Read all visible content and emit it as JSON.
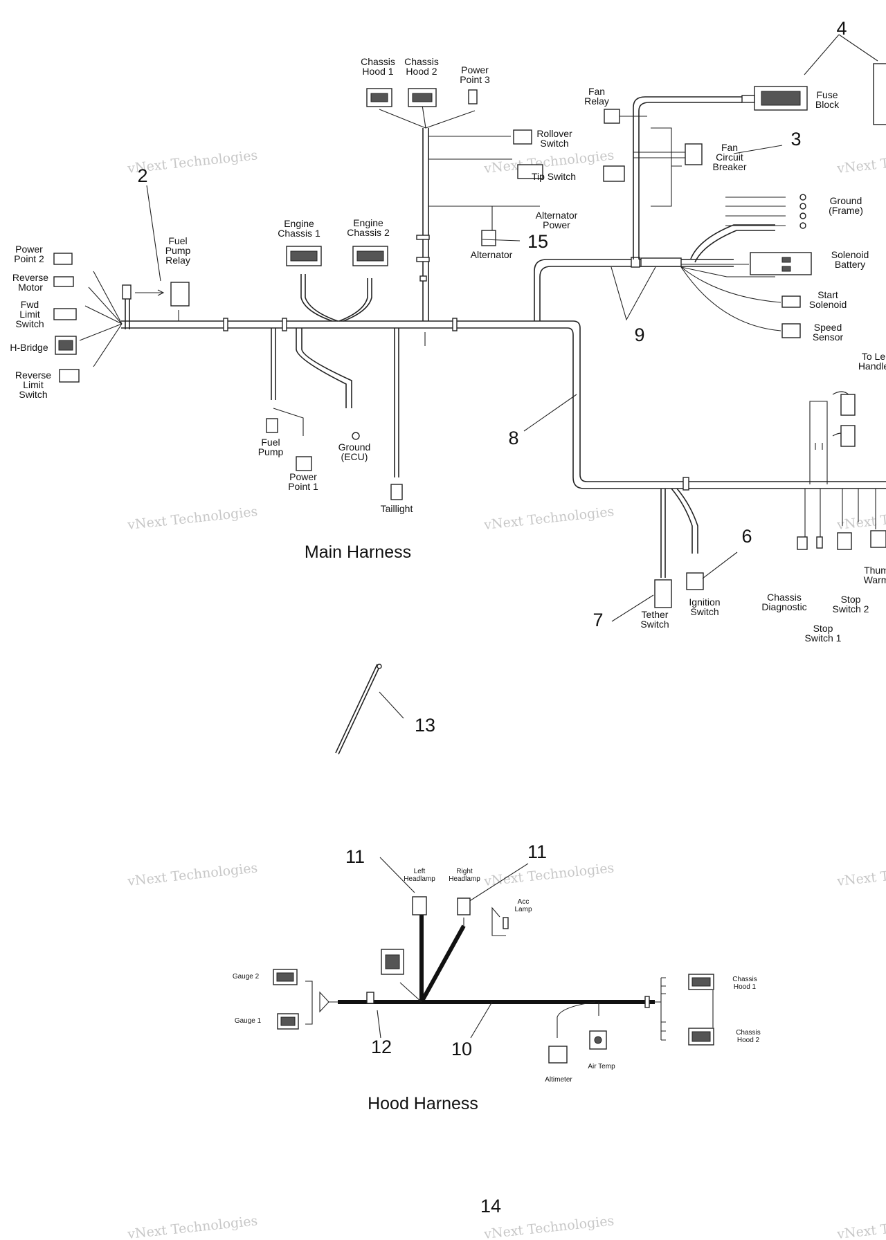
{
  "titles": {
    "main": "Main Harness",
    "hood": "Hood Harness"
  },
  "watermark": {
    "line1": "vNext Technologies",
    "line2": "Technologies"
  },
  "callouts": [
    "2",
    "3",
    "4",
    "6",
    "7",
    "8",
    "9",
    "11",
    "11",
    "12",
    "10",
    "13",
    "14",
    "15"
  ],
  "main_labels": {
    "chassis_hood_1": [
      "Chassis",
      "Hood 1"
    ],
    "chassis_hood_2": [
      "Chassis",
      "Hood 2"
    ],
    "power_point_3": [
      "Power",
      "Point 3"
    ],
    "rollover_switch": [
      "Rollover",
      "Switch"
    ],
    "tip_switch": "Tip Switch",
    "alternator_power": [
      "Alternator",
      "Power"
    ],
    "alternator": "Alternator",
    "fan_relay": [
      "Fan",
      "Relay"
    ],
    "fuse_block": [
      "Fuse",
      "Block"
    ],
    "fan_circuit_breaker": [
      "Fan",
      "Circuit",
      "Breaker"
    ],
    "ground_frame": [
      "Ground",
      "(Frame)"
    ],
    "solenoid_battery": [
      "Solenoid",
      "Battery"
    ],
    "start_solenoid": [
      "Start",
      "Solenoid"
    ],
    "speed_sensor": [
      "Speed",
      "Sensor"
    ],
    "to_handle": [
      "To Le",
      "Handle"
    ],
    "fuel_pump_relay": [
      "Fuel",
      "Pump",
      "Relay"
    ],
    "power_point_2": [
      "Power",
      "Point 2"
    ],
    "reverse_motor": [
      "Reverse",
      "Motor"
    ],
    "fwd_limit_switch": [
      "Fwd",
      "Limit",
      "Switch"
    ],
    "h_bridge": "H-Bridge",
    "reverse_limit_switch": [
      "Reverse",
      "Limit",
      "Switch"
    ],
    "engine_chassis_1": [
      "Engine",
      "Chassis 1"
    ],
    "engine_chassis_2": [
      "Engine",
      "Chassis 2"
    ],
    "fuel_pump": [
      "Fuel",
      "Pump"
    ],
    "power_point_1": [
      "Power",
      "Point 1"
    ],
    "ground_ecu": [
      "Ground",
      "(ECU)"
    ],
    "taillight": "Taillight",
    "tether_switch": [
      "Tether",
      "Switch"
    ],
    "ignition_switch": [
      "Ignition",
      "Switch"
    ],
    "chassis_diagnostic": [
      "Chassis",
      "Diagnostic"
    ],
    "stop_switch_1": [
      "Stop",
      "Switch 1"
    ],
    "stop_switch_2": [
      "Stop",
      "Switch 2"
    ],
    "thumb_warmer": [
      "Thum",
      "Warm"
    ]
  },
  "hood_labels": {
    "left_headlamp": [
      "Left",
      "Headlamp"
    ],
    "right_headlamp": [
      "Right",
      "Headlamp"
    ],
    "acc_lamp": [
      "Acc",
      "Lamp"
    ],
    "gauge_2": "Gauge 2",
    "gauge_1": "Gauge 1",
    "chassis_hood_1": [
      "Chassis",
      "Hood 1"
    ],
    "chassis_hood_2": [
      "Chassis",
      "Hood 2"
    ],
    "altimeter": "Altimeter",
    "air_temp": "Air Temp"
  },
  "colors": {
    "line": "#222222",
    "watermark": "#9a9a9a",
    "background": "#ffffff"
  }
}
